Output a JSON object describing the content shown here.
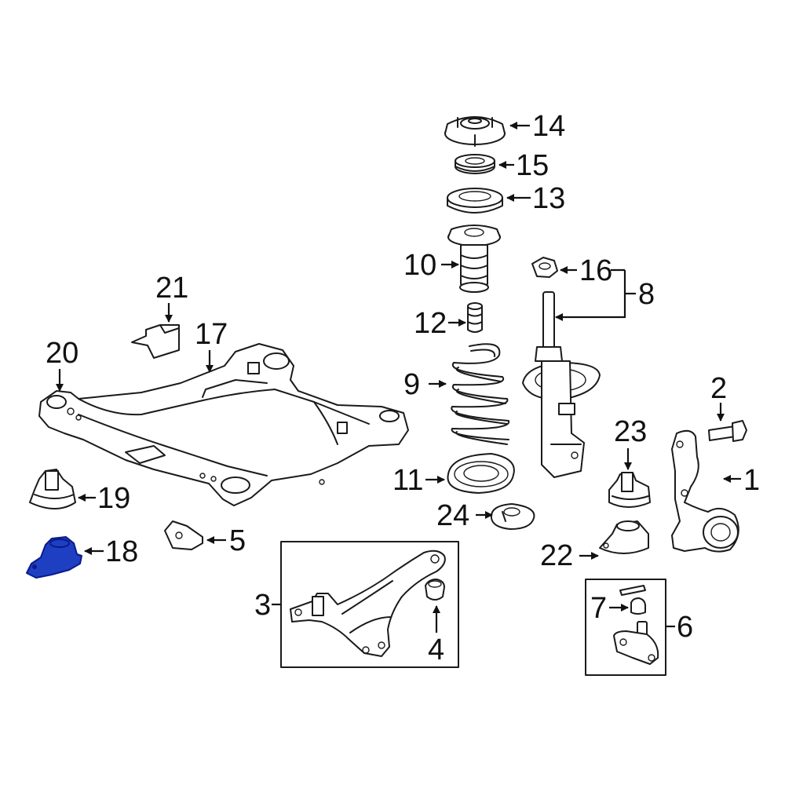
{
  "diagram": {
    "highlight_color": "#1f3fc2",
    "callouts": {
      "c1": "1",
      "c2": "2",
      "c3": "3",
      "c4": "4",
      "c5": "5",
      "c6": "6",
      "c7": "7",
      "c8": "8",
      "c9": "9",
      "c10": "10",
      "c11": "11",
      "c12": "12",
      "c13": "13",
      "c14": "14",
      "c15": "15",
      "c16": "16",
      "c17": "17",
      "c18": "18",
      "c19": "19",
      "c20": "20",
      "c21": "21",
      "c22": "22",
      "c23": "23",
      "c24": "24"
    }
  }
}
